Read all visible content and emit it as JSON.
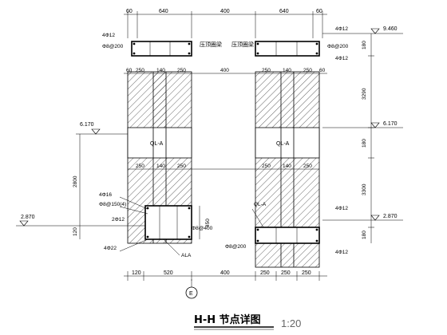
{
  "title": "H-H 节点详图",
  "scale": "1:20",
  "axis_bubble": "E",
  "top_dims": [
    "60",
    "640",
    "400",
    "640",
    "60"
  ],
  "row_dims_a": [
    "60",
    "250",
    "140",
    "250",
    "400",
    "250",
    "140",
    "250",
    "60"
  ],
  "row_dims_b": [
    "250",
    "140",
    "250",
    "250",
    "140",
    "250"
  ],
  "bottom_dims": [
    "120",
    "520",
    "400",
    "250",
    "250",
    "250"
  ],
  "beam_note": "压顶圈梁",
  "ring_beam": "QL-A",
  "bars": {
    "b1": "4Φ12",
    "b2": "2Φ12",
    "b3": "4Φ16",
    "b4": "4Φ22",
    "s1": "Φ8@200",
    "s2": "Φ8@150(4)",
    "s3": "Φ8@400",
    "s4": "Φ8@200"
  },
  "elevations": {
    "top": "9.460",
    "mid": "6.170",
    "low": "2.870"
  },
  "vert_dims": {
    "d180a": "180",
    "d3290": "3290",
    "d180b": "180",
    "d3300": "3300",
    "d180c": "180",
    "d2800": "2800",
    "d120": "120",
    "d450": "450"
  },
  "labels": {
    "ala": "ALA"
  }
}
